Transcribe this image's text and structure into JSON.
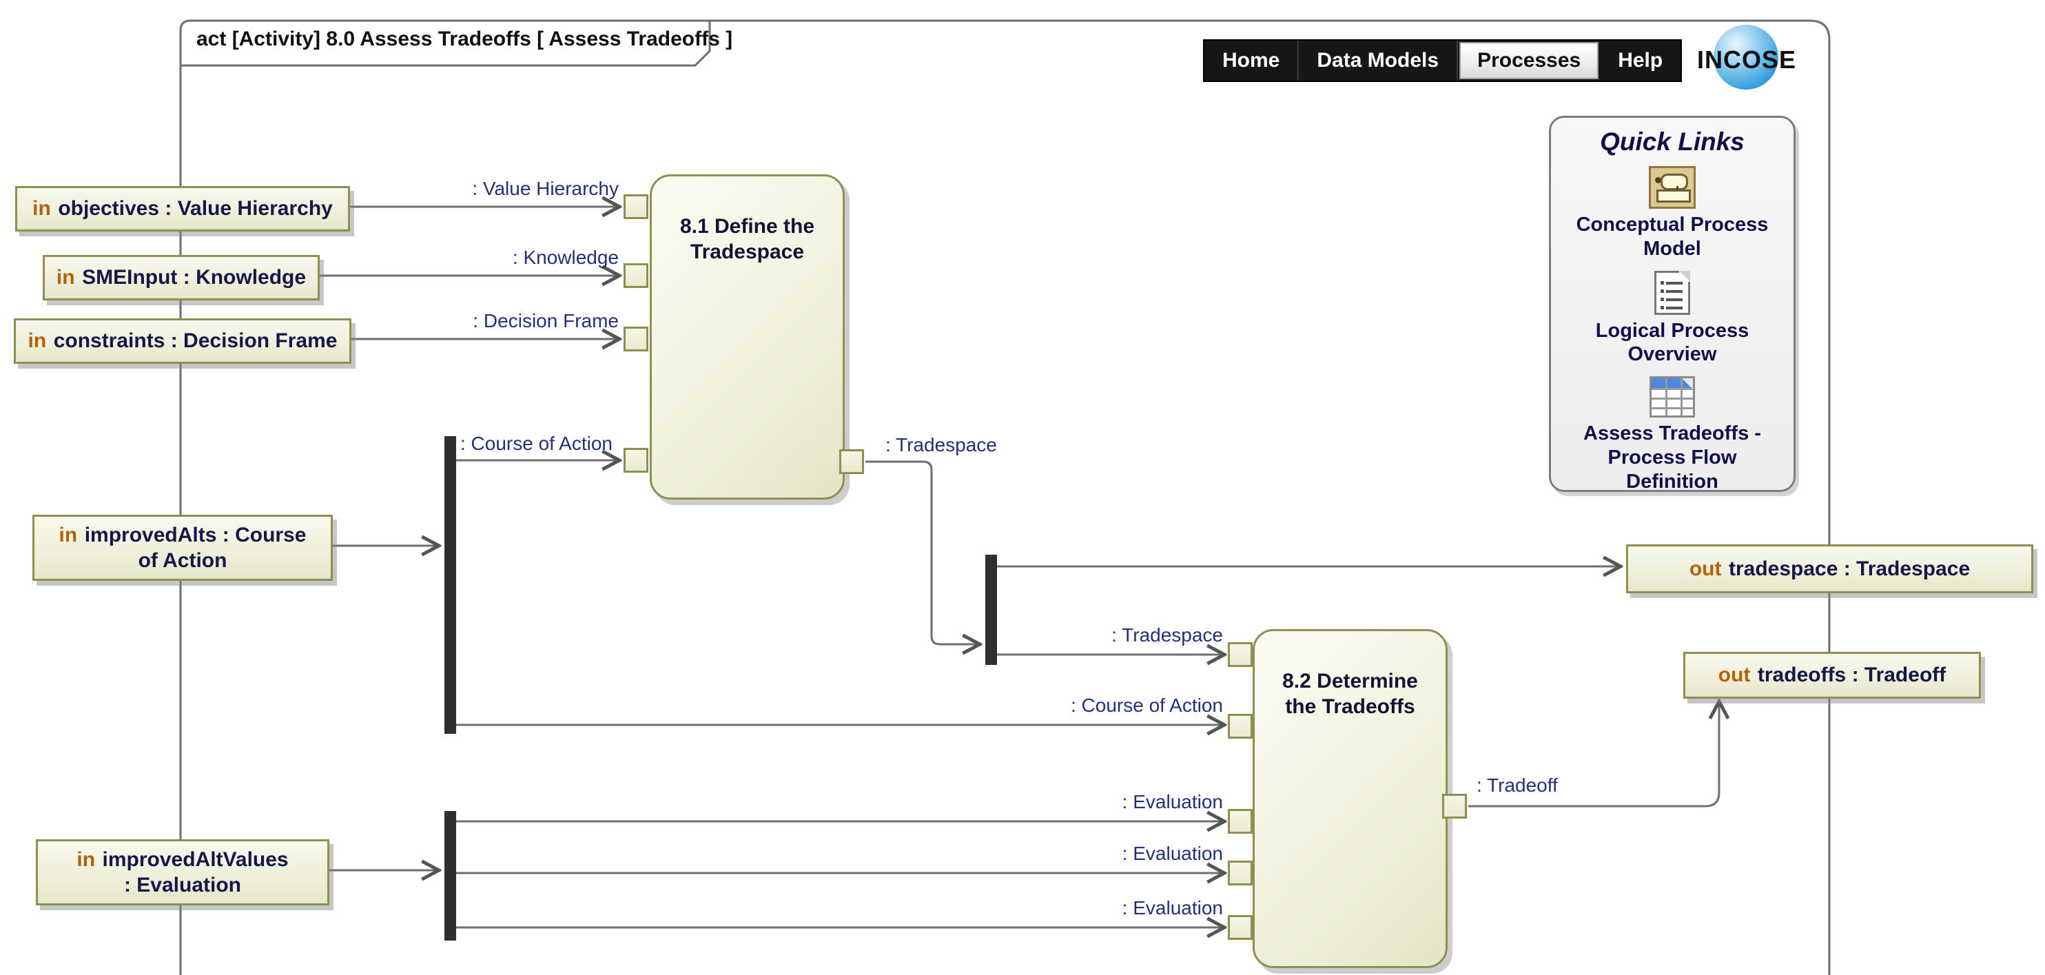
{
  "frame": {
    "tab_keyword": "act",
    "tab_title": " [Activity] 8.0 Assess Tradeoffs [ Assess Tradeoffs ]"
  },
  "nav": {
    "items": [
      {
        "label": "Home",
        "active": false
      },
      {
        "label": "Data Models",
        "active": false
      },
      {
        "label": "Processes",
        "active": true
      },
      {
        "label": "Help",
        "active": false
      }
    ]
  },
  "logo": {
    "text": "INCOSE"
  },
  "quick_links": {
    "title": "Quick Links",
    "items": [
      {
        "icon": "activity-diagram-icon",
        "label": "Conceptual Process\nModel"
      },
      {
        "icon": "document-icon",
        "label": "Logical Process\nOverview"
      },
      {
        "icon": "table-icon",
        "label": "Assess Tradeoffs -\nProcess Flow\nDefinition"
      }
    ]
  },
  "inputs": [
    {
      "keyword": "in",
      "text": "objectives : Value Hierarchy"
    },
    {
      "keyword": "in",
      "text": "SMEInput : Knowledge"
    },
    {
      "keyword": "in",
      "text": "constraints : Decision Frame"
    },
    {
      "keyword": "in",
      "text": "improvedAlts : Course\nof Action"
    },
    {
      "keyword": "in",
      "text": "improvedAltValues\n: Evaluation"
    }
  ],
  "outputs": [
    {
      "keyword": "out",
      "text": "tradespace : Tradespace"
    },
    {
      "keyword": "out",
      "text": "tradeoffs : Tradeoff"
    }
  ],
  "actions": [
    {
      "title": "8.1 Define the\nTradespace"
    },
    {
      "title": "8.2 Determine\nthe Tradeoffs"
    }
  ],
  "edge_labels": {
    "value_hierarchy": ": Value Hierarchy",
    "knowledge": ": Knowledge",
    "decision_frame": ": Decision Frame",
    "course_of_action_top": ": Course of Action",
    "tradespace_out": ": Tradespace",
    "tradespace_in": ": Tradespace",
    "course_of_action_82": ": Course of Action",
    "evaluation_1": ": Evaluation",
    "evaluation_2": ": Evaluation",
    "evaluation_3": ": Evaluation",
    "tradeoff": ": Tradeoff"
  },
  "colors": {
    "keyword_orange": "#b4610a",
    "param_text_navy": "#16164a",
    "edge_label_blue": "#23307a",
    "nav_black": "#161616",
    "diagram_line_gray": "#6e6e6e",
    "node_fill_cream": "#efefd8",
    "node_border_olive": "#8f8f4f",
    "logo_blue": "#1273b8"
  }
}
